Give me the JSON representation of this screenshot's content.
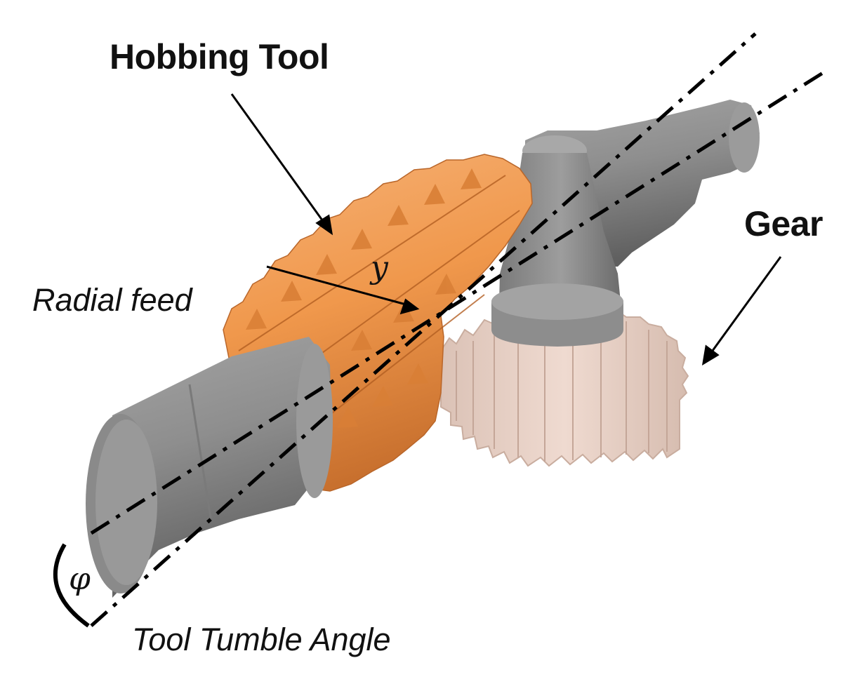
{
  "labels": {
    "hobbing_tool": "Hobbing Tool",
    "gear": "Gear",
    "radial_feed": "Radial feed",
    "y_symbol": "y",
    "phi_symbol": "φ",
    "tool_tumble_angle": "Tool Tumble Angle"
  },
  "colors": {
    "hob_orange": "#f0984c",
    "hob_orange_dark": "#c8702e",
    "shaft_gray": "#8f8f8f",
    "shaft_gray_dark": "#6c6c6c",
    "gear_pink": "#e9d2c6",
    "axis_line": "#000000"
  }
}
